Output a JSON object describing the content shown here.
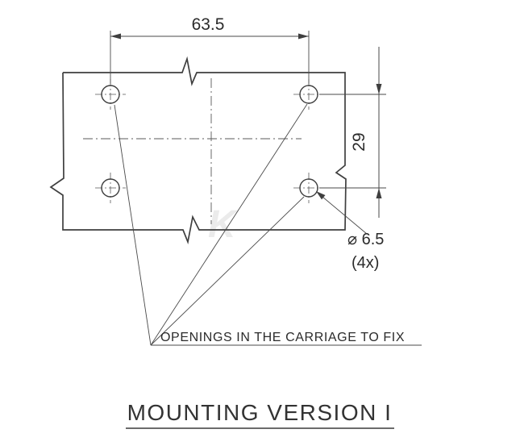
{
  "drawing": {
    "dimensions": {
      "width": "63.5",
      "height": "29",
      "hole_diameter": "⌀ 6.5",
      "hole_count": "(4x)"
    },
    "note": "OPENINGS IN THE CARRIAGE TO FIX",
    "title": "MOUNTING VERSION I",
    "watermark": "K",
    "colors": {
      "line": "#3f3f3f",
      "text": "#2b2b2b",
      "background": "#ffffff",
      "watermark": "#ebebeb"
    }
  }
}
